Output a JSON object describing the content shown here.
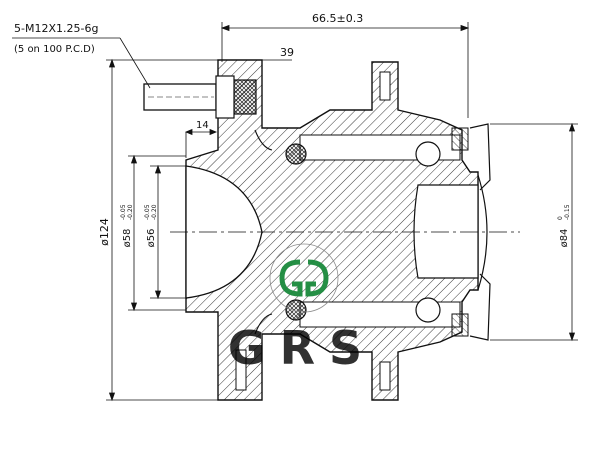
{
  "annotations": {
    "thread_spec": "5-M12X1.25-6g",
    "pcd_note": "(5 on 100 P.C.D)",
    "width_dim": "66.5±0.3",
    "part_ref": "39",
    "flange_offset": "14",
    "outer_dia": "ø124",
    "pilot_dia_58": "ø58",
    "pilot_dia_58_upper": "-0.05",
    "pilot_dia_58_lower": "-0.20",
    "pilot_dia_56": "ø56",
    "pilot_dia_56_upper": "-0.05",
    "pilot_dia_56_lower": "-0.20",
    "bearing_dia": "ø84",
    "bearing_dia_upper": "0",
    "bearing_dia_lower": "-0.15"
  },
  "logo": {
    "text": "GRS",
    "green": "#1a8a3c",
    "black": "#000000"
  },
  "colors": {
    "line": "#111111",
    "hatch": "#222222"
  }
}
